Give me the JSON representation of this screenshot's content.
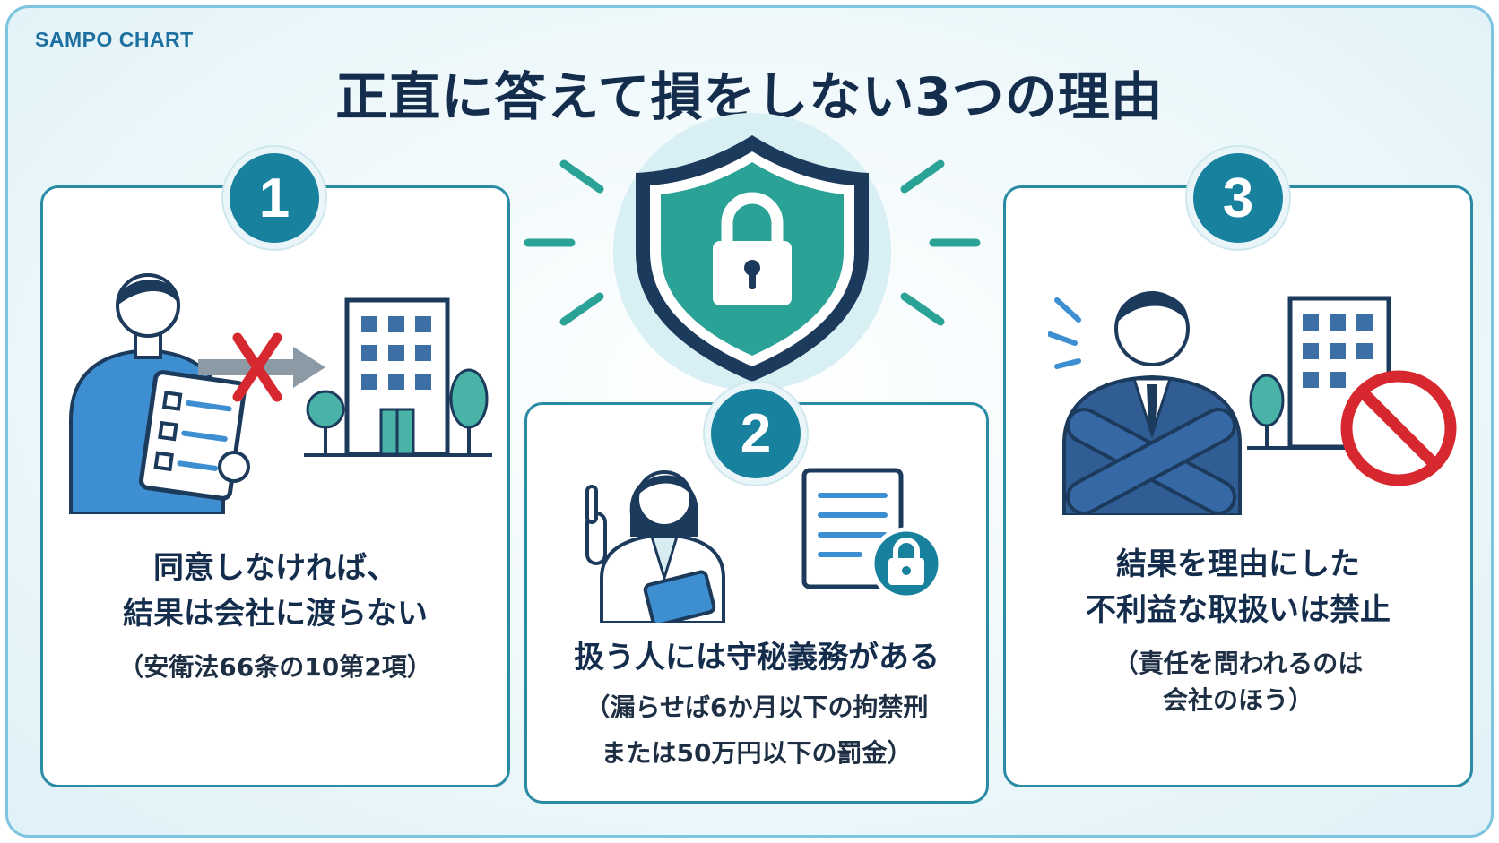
{
  "brand": "SAMPO CHART",
  "title": "正直に答えて損をしない3つの理由",
  "cards": [
    {
      "number": "1",
      "title_lines": [
        "同意しなければ、",
        "結果は会社に渡らない"
      ],
      "note_lines": [
        "（安衛法66条の10第2項）"
      ]
    },
    {
      "number": "2",
      "title_lines": [
        "扱う人には守秘義務がある"
      ],
      "note_lines": [
        "（漏らせば6か月以下の拘禁刑",
        "または50万円以下の罰金）"
      ]
    },
    {
      "number": "3",
      "title_lines": [
        "結果を理由にした",
        "不利益な取扱いは禁止"
      ],
      "note_lines": [
        "（責任を問われるのは",
        "会社のほう）"
      ]
    }
  ],
  "icons": {
    "center": "shield-lock-icon",
    "card1": [
      "employee-with-checklist-icon",
      "blocked-arrow-icon",
      "office-building-icon"
    ],
    "card2": [
      "doctor-pointing-icon",
      "locked-document-icon"
    ],
    "card3": [
      "man-crossed-arms-icon",
      "office-building-icon",
      "prohibited-sign-icon"
    ]
  },
  "colors": {
    "teal": "#17819e",
    "navy": "#142d4c",
    "shield": "#2aa396",
    "red": "#d8282f",
    "blue": "#3d8fd1"
  }
}
